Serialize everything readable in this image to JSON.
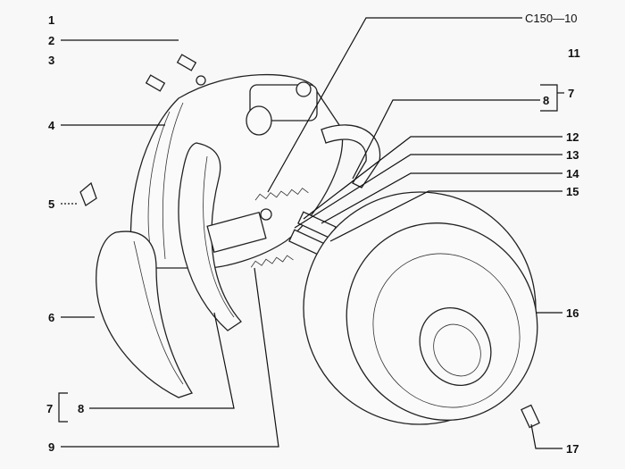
{
  "title": "Rear drum brake assembly – exploded view",
  "labels_left": {
    "l1": "1",
    "l2": "2",
    "l3": "3",
    "l4": "4",
    "l5": "5",
    "l6": "6",
    "l7": "7",
    "l8": "8",
    "l9": "9"
  },
  "labels_right": {
    "l10": "C150—10",
    "l11": "11",
    "l8": "8",
    "l7": "7",
    "l12": "12",
    "l13": "13",
    "l14": "14",
    "l15": "15",
    "l16": "16",
    "l17": "17"
  }
}
